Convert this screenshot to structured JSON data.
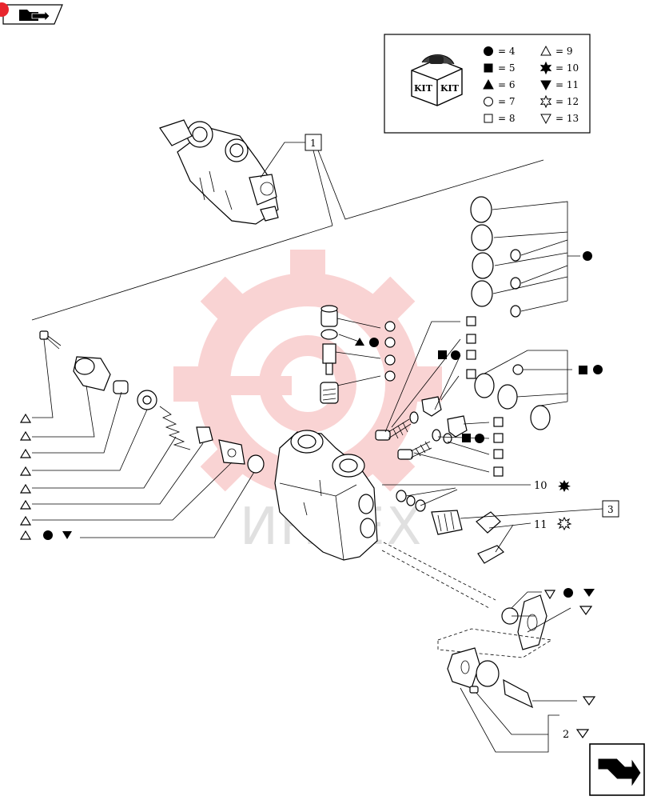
{
  "header": {
    "nav_icon": "folder-arrow-icon"
  },
  "legend": {
    "kit_labels": [
      "KIT",
      "KIT"
    ],
    "entries": [
      {
        "symbol": "filled-circle",
        "text": "= 4"
      },
      {
        "symbol": "open-triangle-up",
        "text": "= 9"
      },
      {
        "symbol": "filled-square",
        "text": "= 5"
      },
      {
        "symbol": "filled-star",
        "text": "= 10"
      },
      {
        "symbol": "filled-triangle-up",
        "text": "= 6"
      },
      {
        "symbol": "filled-triangle-down",
        "text": "= 11"
      },
      {
        "symbol": "open-circle",
        "text": "= 7"
      },
      {
        "symbol": "open-star",
        "text": "= 12"
      },
      {
        "symbol": "open-square",
        "text": "= 8"
      },
      {
        "symbol": "open-triangle-down",
        "text": "= 13"
      }
    ]
  },
  "callouts": {
    "c1": "1",
    "c2": "2",
    "c3": "3",
    "c10": "10",
    "c11": "11"
  },
  "watermark": "ИНТЕХ",
  "footer": {
    "nav_icon": "next-page-arrow-icon"
  },
  "colors": {
    "accent": "#e8262e",
    "watermark_red": "#f2b8b8",
    "ink": "#000000"
  }
}
